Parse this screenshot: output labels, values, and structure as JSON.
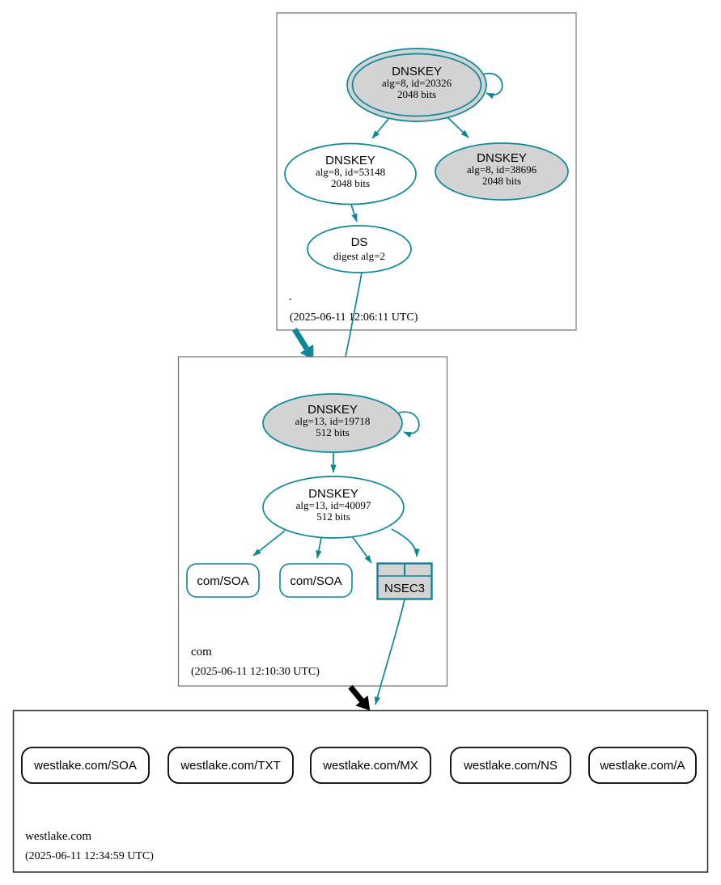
{
  "colors": {
    "secure_teal": "#0a879a",
    "insecure_black": "#000000",
    "ksk_fill_gray": "#d3d3d3",
    "node_fill_white": "#ffffff",
    "zone_border_gray": "#737373"
  },
  "zones": {
    "root": {
      "label": ".",
      "timestamp": "(2025-06-11 12:06:11 UTC)",
      "ksk": {
        "title": "DNSKEY",
        "detail1": "alg=8, id=20326",
        "detail2": "2048 bits"
      },
      "zsk": {
        "title": "DNSKEY",
        "detail1": "alg=8, id=53148",
        "detail2": "2048 bits"
      },
      "key2": {
        "title": "DNSKEY",
        "detail1": "alg=8, id=38696",
        "detail2": "2048 bits"
      },
      "ds": {
        "title": "DS",
        "detail1": "digest alg=2"
      }
    },
    "com": {
      "label": "com",
      "timestamp": "(2025-06-11 12:10:30 UTC)",
      "ksk": {
        "title": "DNSKEY",
        "detail1": "alg=13, id=19718",
        "detail2": "512 bits"
      },
      "zsk": {
        "title": "DNSKEY",
        "detail1": "alg=13, id=40097",
        "detail2": "512 bits"
      },
      "soa1": {
        "label": "com/SOA"
      },
      "soa2": {
        "label": "com/SOA"
      },
      "nsec3": {
        "label": "NSEC3"
      }
    },
    "westlake": {
      "label": "westlake.com",
      "timestamp": "(2025-06-11 12:34:59 UTC)",
      "rrsets": [
        {
          "label": "westlake.com/SOA"
        },
        {
          "label": "westlake.com/TXT"
        },
        {
          "label": "westlake.com/MX"
        },
        {
          "label": "westlake.com/NS"
        },
        {
          "label": "westlake.com/A"
        }
      ]
    }
  }
}
